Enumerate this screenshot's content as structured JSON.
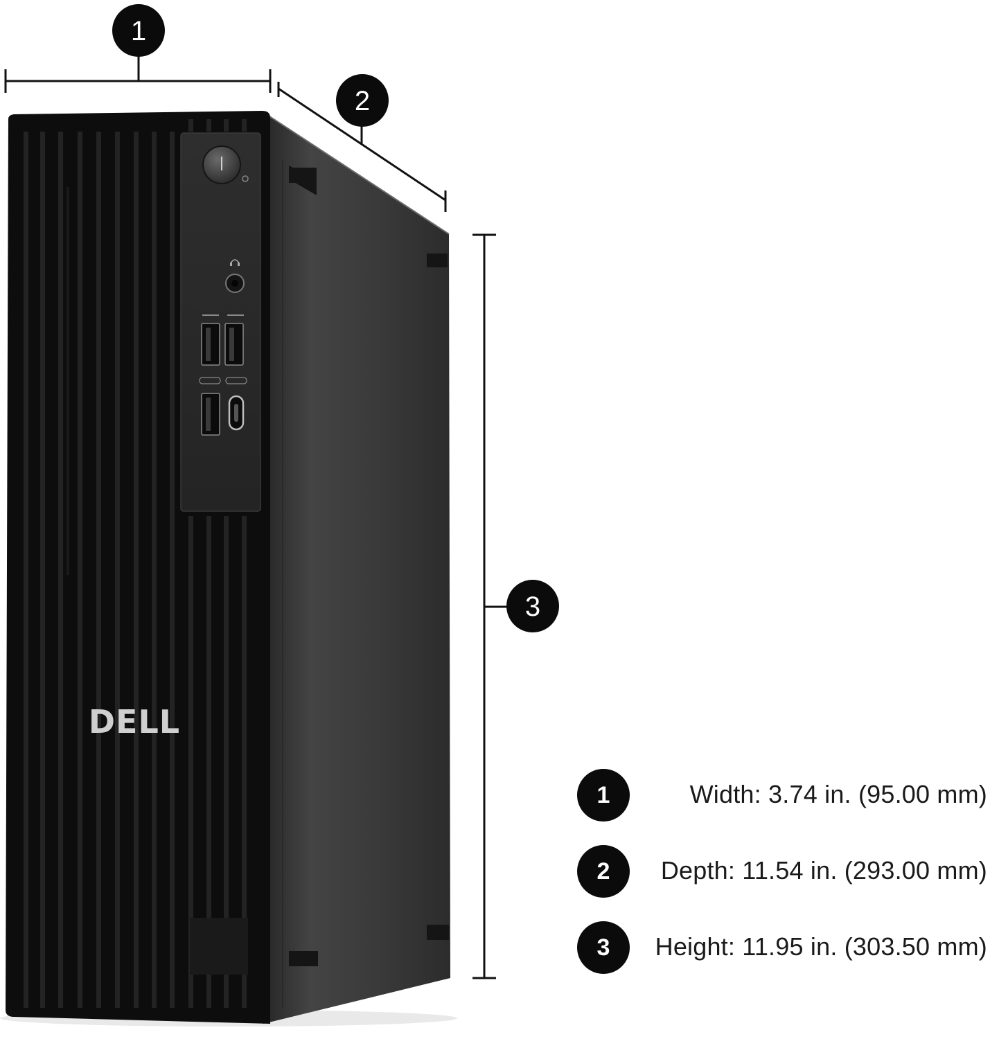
{
  "markers": {
    "width": "1",
    "depth": "2",
    "height": "3"
  },
  "logo": "DELL",
  "legend": [
    {
      "number": "1",
      "text": "Width: 3.74 in. (95.00 mm)"
    },
    {
      "number": "2",
      "text": "Depth: 11.54 in. (293.00 mm)"
    },
    {
      "number": "3",
      "text": "Height: 11.95 in. (303.50 mm)"
    }
  ],
  "colors": {
    "case_front": "#0c0c0c",
    "case_side": "#3a3a3a",
    "marker": "#0b0b0b",
    "background": "#ffffff"
  },
  "icons": [
    "power-button-icon",
    "headphone-icon",
    "usb-icon",
    "usb-c-icon"
  ]
}
